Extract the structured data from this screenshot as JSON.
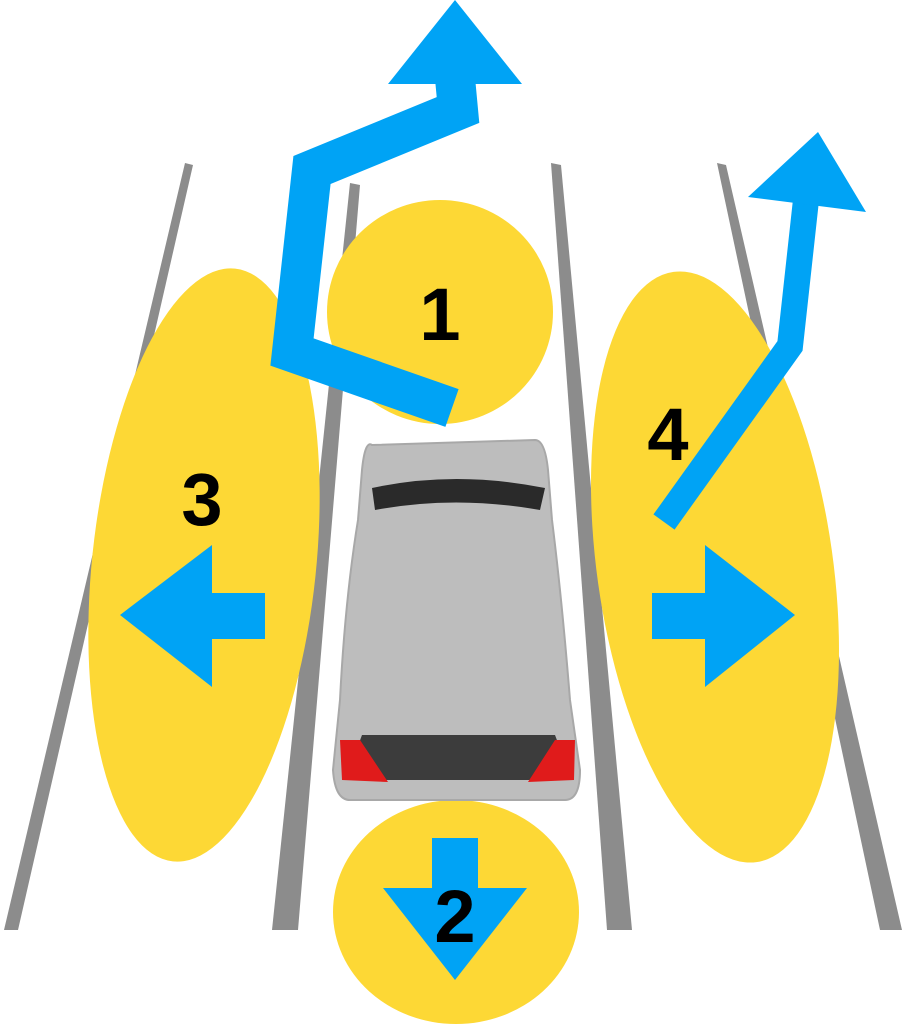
{
  "zones": [
    {
      "id": "1",
      "label": "1"
    },
    {
      "id": "2",
      "label": "2"
    },
    {
      "id": "3",
      "label": "3"
    },
    {
      "id": "4",
      "label": "4"
    }
  ],
  "colors": {
    "zone": "#fdd835",
    "arrow": "#00a3f5",
    "lane": "#8c8c8c",
    "car_body": "#bdbdbd",
    "tail_light": "#e01b1b"
  }
}
